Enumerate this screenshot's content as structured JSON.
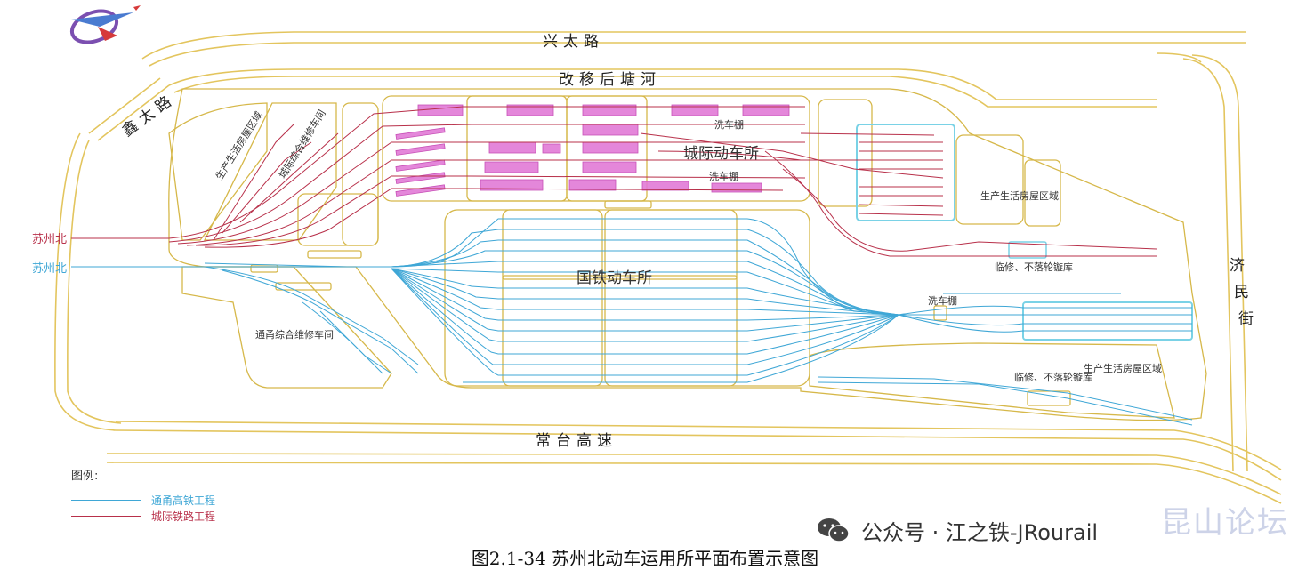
{
  "roads": {
    "xingtai": "兴太路",
    "gaiyi": "改移后塘河",
    "xintai": "鑫太路",
    "changtai": "常台高速",
    "jimin": "济民街"
  },
  "areas": {
    "intercity_depot": "城际动车所",
    "national_depot": "国铁动车所",
    "wash_shed_1": "洗车棚",
    "wash_shed_2": "洗车棚",
    "wash_shed_3": "洗车棚",
    "prod_living_left": "生产生活房屋区域",
    "prod_living_right_top": "生产生活房屋区域",
    "prod_living_right_bottom": "生产生活房屋区域",
    "maint_hall_top": "城际综合维修车间",
    "maint_hall_bottom": "通甬综合维修车间",
    "repair_top": "临修、不落轮镟库",
    "repair_bottom": "临修、不落轮镟库"
  },
  "stations": {
    "suzhou_north_red": "苏州北",
    "suzhou_north_blue": "苏州北"
  },
  "legend": {
    "title": "图例:",
    "items": [
      {
        "label": "通甬高铁工程",
        "color": "#3fa7d6"
      },
      {
        "label": "城际铁路工程",
        "color": "#b8304a"
      }
    ]
  },
  "colors": {
    "blue_track": "#3fa7d6",
    "red_track": "#b8304a",
    "road_outline": "#e3c55e",
    "depot_box": "#d6b84a",
    "storage_pink": "#d64fc0"
  },
  "watermark": {
    "text": "公众号 · 江之铁-JRourail",
    "logo_text": "昆山论坛"
  },
  "caption": "图2.1-34  苏州北动车运用所平面布置示意图"
}
